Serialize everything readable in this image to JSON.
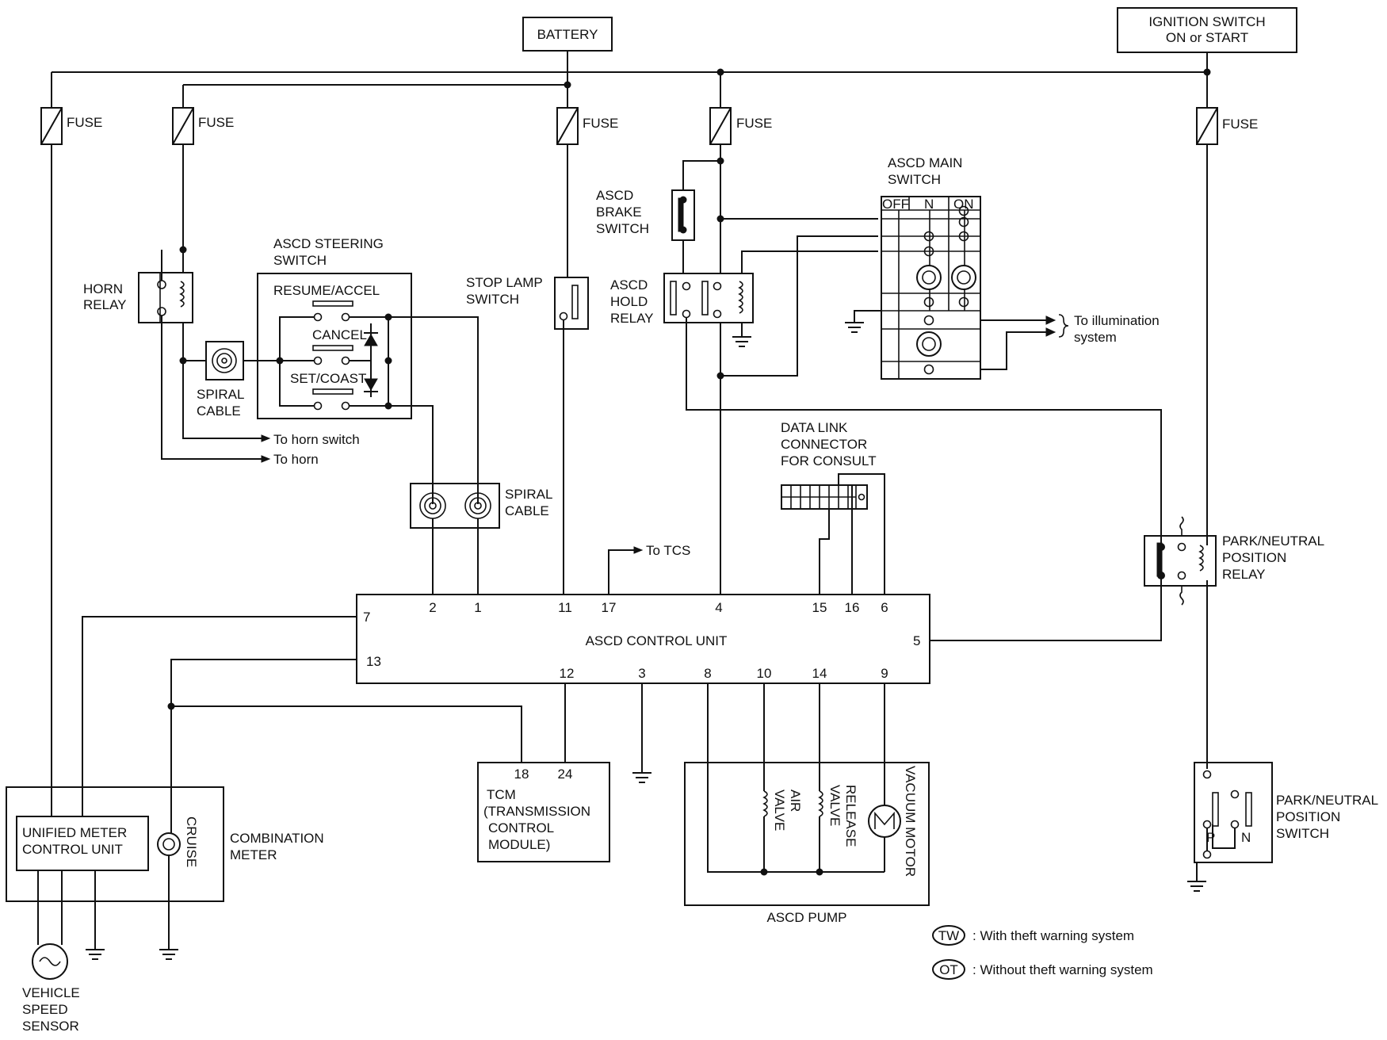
{
  "labels": {
    "battery": "BATTERY",
    "ignition_l1": "IGNITION SWITCH",
    "ignition_l2": "ON or START",
    "fuse": "FUSE",
    "horn_relay_l1": "HORN",
    "horn_relay_l2": "RELAY",
    "steering_switch_l1": "ASCD STEERING",
    "steering_switch_l2": "SWITCH",
    "resume_accel": "RESUME/ACCEL",
    "cancel": "CANCEL",
    "set_coast": "SET/COAST",
    "spiral_cable_a_l1": "SPIRAL",
    "spiral_cable_a_l2": "CABLE",
    "to_horn_switch": "To horn switch",
    "to_horn": "To horn",
    "spiral_cable_b_l1": "SPIRAL",
    "spiral_cable_b_l2": "CABLE",
    "stop_lamp_l1": "STOP LAMP",
    "stop_lamp_l2": "SWITCH",
    "brake_switch_l1": "ASCD",
    "brake_switch_l2": "BRAKE",
    "brake_switch_l3": "SWITCH",
    "hold_relay_l1": "ASCD",
    "hold_relay_l2": "HOLD",
    "hold_relay_l3": "RELAY",
    "main_switch_l1": "ASCD MAIN",
    "main_switch_l2": "SWITCH",
    "main_switch_off": "OFF",
    "main_switch_n": "N",
    "main_switch_on": "ON",
    "to_illumination_l1": "To illumination",
    "to_illumination_l2": "system",
    "dlc_l1": "DATA LINK",
    "dlc_l2": "CONNECTOR",
    "dlc_l3": "FOR CONSULT",
    "to_tcs": "To TCS",
    "pnp_relay_l1": "PARK/NEUTRAL",
    "pnp_relay_l2": "POSITION",
    "pnp_relay_l3": "RELAY",
    "control_unit": "ASCD CONTROL UNIT",
    "tcm_l1": "TCM",
    "tcm_l2": "(TRANSMISSION",
    "tcm_l3": "CONTROL",
    "tcm_l4": "MODULE)",
    "unified_meter_l1": "UNIFIED METER",
    "unified_meter_l2": "CONTROL UNIT",
    "cruise": "CRUISE",
    "combination_meter_l1": "COMBINATION",
    "combination_meter_l2": "METER",
    "air_valve_l1": "AIR",
    "air_valve_l2": "VALVE",
    "release_valve_l1": "RELEASE",
    "release_valve_l2": "VALVE",
    "vacuum_motor": "VACUUM MOTOR",
    "ascd_pump": "ASCD PUMP",
    "pnp_switch_l1": "PARK/NEUTRAL",
    "pnp_switch_l2": "POSITION",
    "pnp_switch_l3": "SWITCH",
    "pnp_p": "P",
    "pnp_n": "N",
    "vss_l1": "VEHICLE",
    "vss_l2": "SPEED",
    "vss_l3": "SENSOR",
    "legend_tw": "TW",
    "legend_tw_text": ": With theft warning system",
    "legend_ot": "OT",
    "legend_ot_text": ": Without theft warning system",
    "tcm_pin_18": "18",
    "tcm_pin_24": "24"
  },
  "control_unit_pins": {
    "p2": "2",
    "p1": "1",
    "p11": "11",
    "p17": "17",
    "p4": "4",
    "p15": "15",
    "p16": "16",
    "p6": "6",
    "p7": "7",
    "p13": "13",
    "p5": "5",
    "p12": "12",
    "p3": "3",
    "p8": "8",
    "p10": "10",
    "p14": "14",
    "p9": "9"
  }
}
